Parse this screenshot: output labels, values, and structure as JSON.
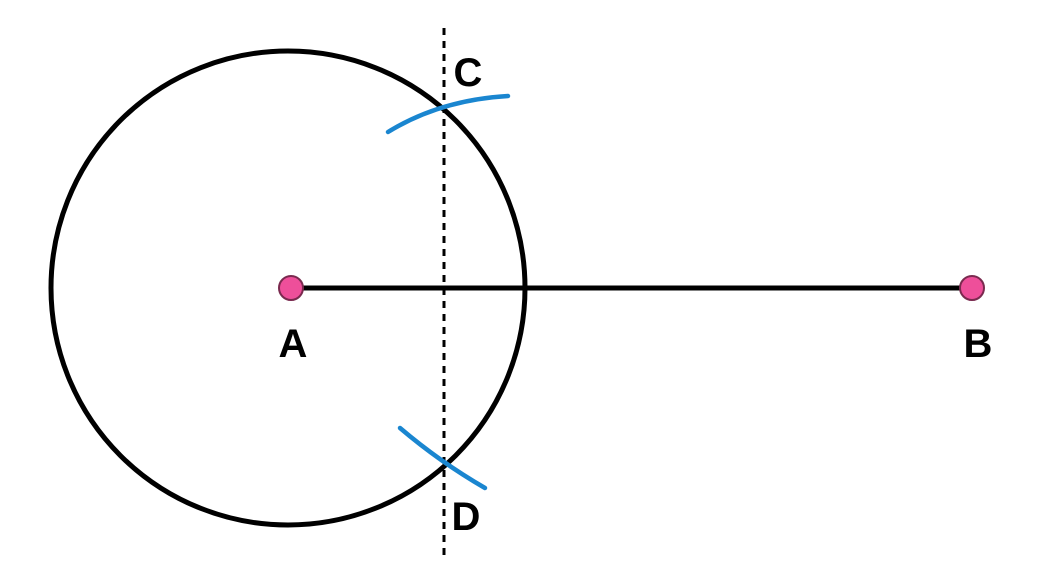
{
  "points": [
    {
      "id": "A",
      "label": "A"
    },
    {
      "id": "B",
      "label": "B"
    },
    {
      "id": "C",
      "label": "C"
    },
    {
      "id": "D",
      "label": "D"
    }
  ],
  "colors": {
    "background": "#ffffff",
    "stroke": "#000000",
    "arc": "#1a86d0",
    "point_fill": "#ee4f9a",
    "point_stroke": "#7a2a4f"
  }
}
